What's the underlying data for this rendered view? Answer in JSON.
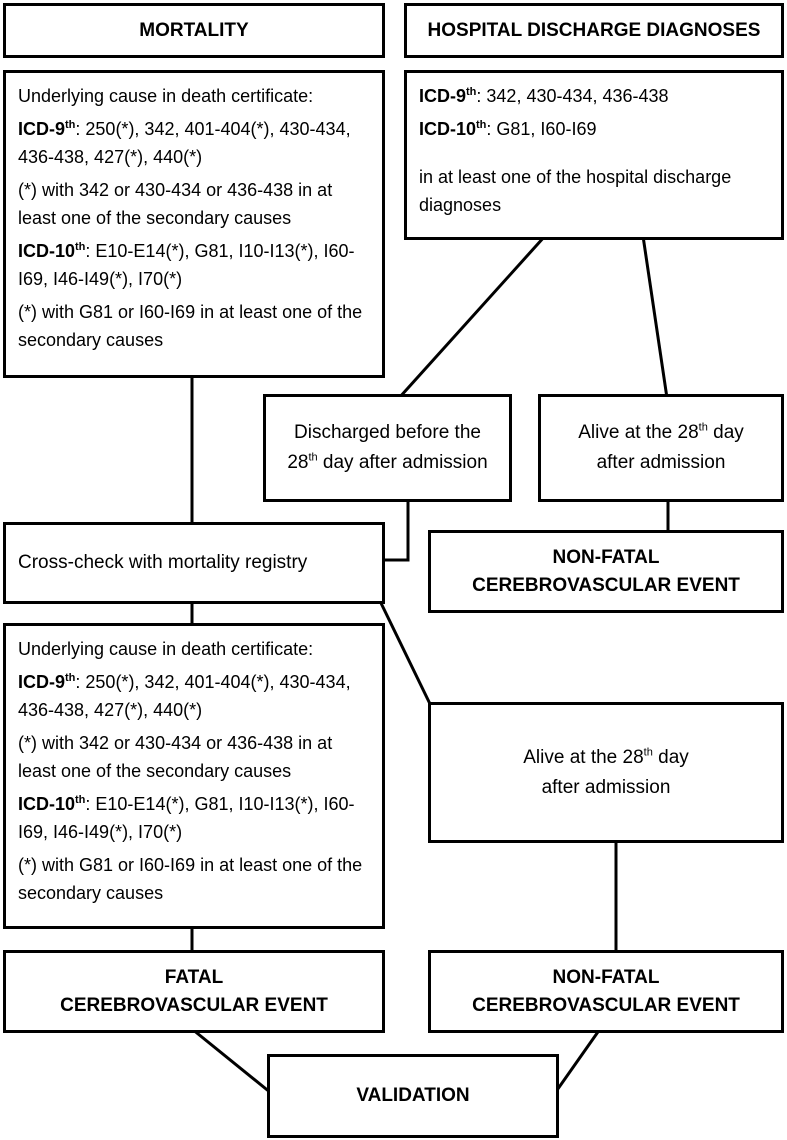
{
  "figure": {
    "background": "#ffffff",
    "line_color": "#000000",
    "left": {
      "header": "MORTALITY",
      "criteria": {
        "intro": "Underlying cause in death certificate:",
        "icd9_label": "ICD-9",
        "icd9_sup": "th",
        "icd9_codes": ": 250(*), 342, 401-404(*), 430-434, 436-438, 427(*), 440(*)",
        "icd9_note": "(*) with 342 or 430-434 or 436-438 in at least one of the secondary causes",
        "icd10_label": "ICD-10",
        "icd10_sup": "th",
        "icd10_codes": ": E10-E14(*), G81, I10-I13(*), I60-I69, I46-I49(*), I70(*)",
        "icd10_note": "(*) with G81 or I60-I69 in at least one of the secondary causes"
      },
      "crosscheck": "Cross-check with mortality registry",
      "fatal": {
        "line1": "FATAL",
        "line2": "CEREBROVASCULAR EVENT"
      }
    },
    "right": {
      "header": "HOSPITAL DISCHARGE DIAGNOSES",
      "criteria": {
        "icd9_label": "ICD-9",
        "icd9_sup": "th",
        "icd9_codes": ": 342, 430-434, 436-438",
        "icd10_label": "ICD-10",
        "icd10_sup": "th",
        "icd10_codes": ": G81, I60-I69",
        "note": "in at least one of the hospital discharge diagnoses"
      },
      "discharged": {
        "line1": "Discharged before the",
        "line2_pre": "28",
        "line2_sup": "th",
        "line2_post": " day after admission"
      },
      "alive": {
        "line1_pre": "Alive at the 28",
        "line1_sup": "th",
        "line1_post": " day",
        "line2": "after admission"
      },
      "nonfatal": {
        "line1": "NON-FATAL",
        "line2": "CEREBROVASCULAR EVENT"
      }
    },
    "validation": "VALIDATION"
  }
}
